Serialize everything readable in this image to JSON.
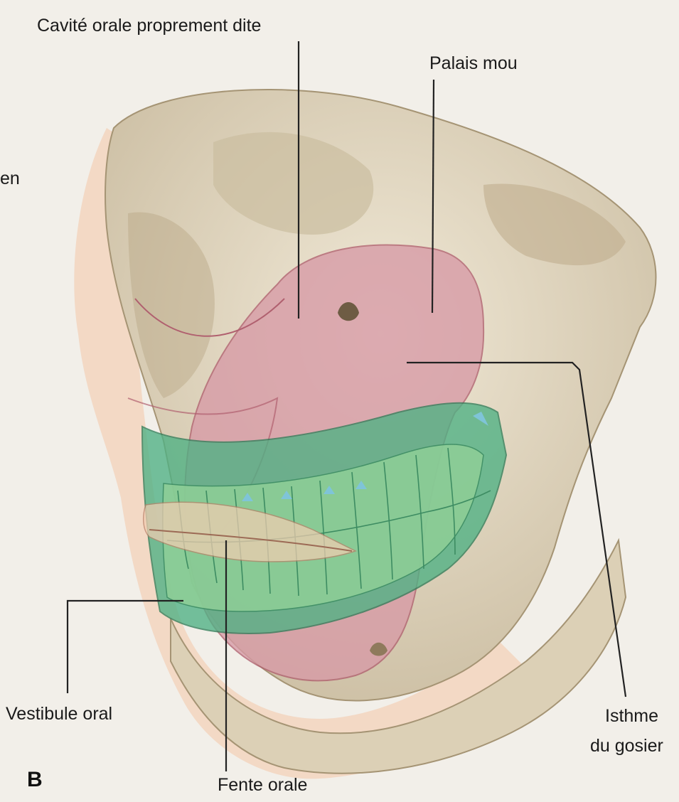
{
  "figure": {
    "panel_letter": "B",
    "colors": {
      "bone": "#e6dcc8",
      "bone_shadow": "#b9ab8f",
      "skin": "#f3cdb2",
      "oral_cavity_pink": "#d79aa6",
      "vestibule_green": "#4fb184",
      "tooth_green": "#8fcf97",
      "leader_line": "#222222"
    },
    "labels": {
      "oral_cavity_proper": "Cavité orale proprement dite",
      "soft_palate": "Palais mou",
      "left_fragment": "en",
      "oral_vestibule": "Vestibule oral",
      "oral_fissure": "Fente orale",
      "isthmus_line1": "Isthme",
      "isthmus_line2": "du gosier"
    }
  }
}
